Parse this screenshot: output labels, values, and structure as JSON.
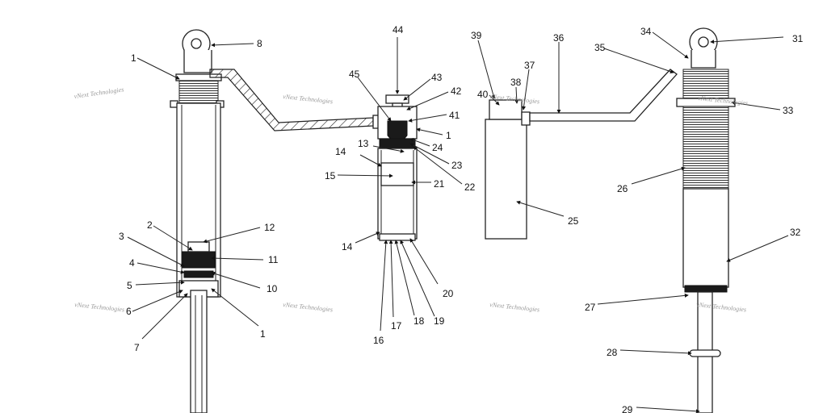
{
  "watermark": "vNext Technologies",
  "callouts": [
    "1",
    "2",
    "3",
    "4",
    "5",
    "6",
    "7",
    "8",
    "10",
    "11",
    "12",
    "1",
    "13",
    "14",
    "15",
    "14",
    "16",
    "17",
    "18",
    "19",
    "20",
    "21",
    "22",
    "23",
    "24",
    "1",
    "41",
    "42",
    "43",
    "44",
    "45",
    "25",
    "26",
    "27",
    "28",
    "29",
    "31",
    "32",
    "33",
    "34",
    "35",
    "36",
    "37",
    "38",
    "39",
    "40"
  ]
}
